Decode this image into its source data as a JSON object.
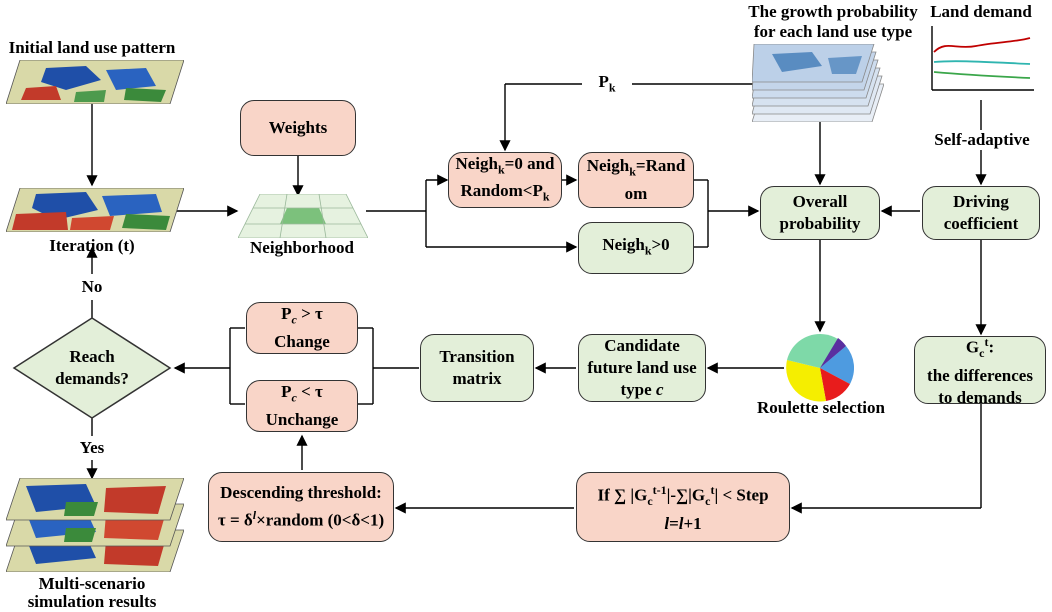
{
  "initial_label": "Initial land use pattern",
  "iteration_label": "Iteration (t)",
  "neighborhood_label": "Neighborhood",
  "weights": "Weights",
  "growth_title_1": "The growth probability",
  "growth_title_2": "for each land use type",
  "land_demand": "Land demand",
  "self_adaptive": "Self-adaptive",
  "pk_label": "P",
  "pk_sub": "k",
  "neigh_a": {
    "l1a": "Neigh",
    "l1sub": "k",
    "l1b": "=0 and",
    "l2a": "Random<P",
    "l2sub": "k"
  },
  "neigh_b": {
    "l1a": "Neigh",
    "l1sub": "k",
    "l1b": "=Rand",
    "l2": "om"
  },
  "neigh_c": {
    "a": "Neigh",
    "sub": "k",
    "b": ">0"
  },
  "overall": {
    "l1": "Overall",
    "l2": "probability"
  },
  "driving": {
    "l1": "Driving",
    "l2": "coefficient"
  },
  "gct": {
    "l1a": "G",
    "l1sub": "c",
    "l1sup": "t",
    "l1b": ":",
    "l2": "the differences",
    "l3": "to demands"
  },
  "roulette": "Roulette selection",
  "candidate": {
    "l1": "Candidate",
    "l2": "future land use",
    "l3a": "type ",
    "l3i": "c"
  },
  "transition": {
    "l1": "Transition",
    "l2": "matrix"
  },
  "change": {
    "l1a": "P",
    "l1sub": "c",
    "l1b": " > τ",
    "l2": "Change"
  },
  "unchange": {
    "l1a": "P",
    "l1sub": "c",
    "l1b": " < τ",
    "l2": "Unchange"
  },
  "reach": {
    "l1": "Reach",
    "l2": "demands?"
  },
  "no": "No",
  "yes": "Yes",
  "multi_1": "Multi-scenario",
  "multi_2": "simulation results",
  "descending": {
    "l1": "Descending threshold:",
    "l2a": "τ = δ",
    "l2sup": "l",
    "l2b": "×random (0<δ<1)"
  },
  "ifstep": {
    "l1a": "If  ∑ |G",
    "l1sub1": "c",
    "l1sup1": "t-1",
    "l1b": "|-∑|G",
    "l1sub2": "c",
    "l1sup2": "t",
    "l1c": "| < Step",
    "l2a": "l",
    "l2b": "=",
    "l2c": "l",
    "l2d": "+1"
  },
  "colors": {
    "pink": "#f9d5c8",
    "green": "#e3efd9",
    "line_red": "#c00000",
    "line_teal": "#2fb5b0",
    "line_green": "#3aa64a"
  }
}
